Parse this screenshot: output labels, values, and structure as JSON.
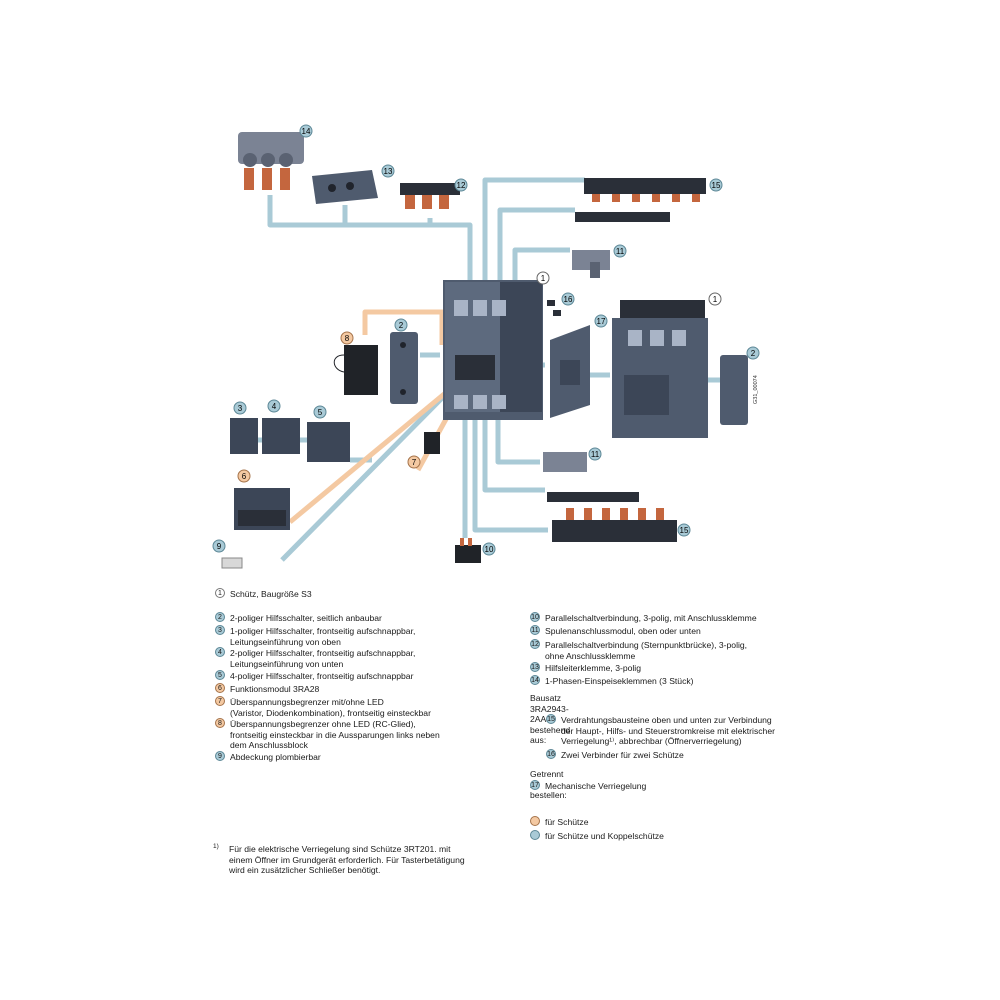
{
  "figure_code": "G31_00074",
  "colors": {
    "orange": "#f4c9a2",
    "blue": "#a9cad6",
    "device": "#4f5b6e",
    "copper": "#c4663e"
  },
  "callouts": [
    "1",
    "2",
    "3",
    "4",
    "5",
    "6",
    "7",
    "8",
    "9",
    "10",
    "11",
    "12",
    "13",
    "14",
    "15",
    "16",
    "17"
  ],
  "legend_left": [
    {
      "n": "1",
      "style": "w",
      "text": "Schütz, Baugröße S3"
    },
    {
      "n": "2",
      "style": "b",
      "text": "2-poliger Hilfsschalter, seitlich anbaubar"
    },
    {
      "n": "3",
      "style": "b",
      "text": "1-poliger Hilfsschalter, frontseitig aufschnappbar,\nLeitungseinführung von oben"
    },
    {
      "n": "4",
      "style": "b",
      "text": "2-poliger Hilfsschalter, frontseitig aufschnappbar,\nLeitungseinführung von unten"
    },
    {
      "n": "5",
      "style": "b",
      "text": "4-poliger Hilfsschalter, frontseitig aufschnappbar"
    },
    {
      "n": "6",
      "style": "o",
      "text": "Funktionsmodul 3RA28"
    },
    {
      "n": "7",
      "style": "o",
      "text": "Überspannungsbegrenzer mit/ohne LED\n(Varistor, Diodenkombination), frontseitig einsteckbar"
    },
    {
      "n": "8",
      "style": "o",
      "text": "Überspannungsbegrenzer ohne LED (RC-Glied),\nfrontseitig einsteckbar in die Aussparungen links neben\ndem Anschlussblock"
    },
    {
      "n": "9",
      "style": "b",
      "text": "Abdeckung plombierbar"
    }
  ],
  "legend_right": [
    {
      "n": "10",
      "style": "b",
      "text": "Parallelschaltverbindung, 3-polig, mit Anschlussklemme"
    },
    {
      "n": "11",
      "style": "b",
      "text": "Spulenanschlussmodul, oben oder unten"
    },
    {
      "n": "12",
      "style": "b",
      "text": "Parallelschaltverbindung (Sternpunktbrücke), 3-polig,\nohne Anschlussklemme"
    },
    {
      "n": "13",
      "style": "b",
      "text": "Hilfsleiterklemme, 3-polig"
    },
    {
      "n": "14",
      "style": "b",
      "text": "1-Phasen-Einspeiseklemmen (3 Stück)"
    }
  ],
  "kit_title": "Bausatz 3RA2943-2AA1\nbestehend aus:",
  "kit_items": [
    {
      "n": "15",
      "style": "b",
      "text": "Verdrahtungsbausteine oben und unten zur Verbindung\nder Haupt-, Hilfs- und Steuerstromkreise mit elektrischer\nVerriegelung¹⁾, abbrechbar (Öffnerverriegelung)"
    },
    {
      "n": "16",
      "style": "b",
      "text": "Zwei Verbinder für zwei Schütze"
    }
  ],
  "separate_title": "Getrennt zu bestellen:",
  "separate_items": [
    {
      "n": "17",
      "style": "b",
      "text": "Mechanische Verriegelung"
    }
  ],
  "key": [
    {
      "style": "o",
      "text": "für Schütze"
    },
    {
      "style": "b",
      "text": "für Schütze und Koppelschütze"
    }
  ],
  "footnote_mark": "1)",
  "footnote": "Für die elektrische Verriegelung sind Schütze 3RT201. mit\neinem Öffner im Grundgerät erforderlich. Für Tasterbetätigung\nwird ein zusätzlicher Schließer benötigt."
}
